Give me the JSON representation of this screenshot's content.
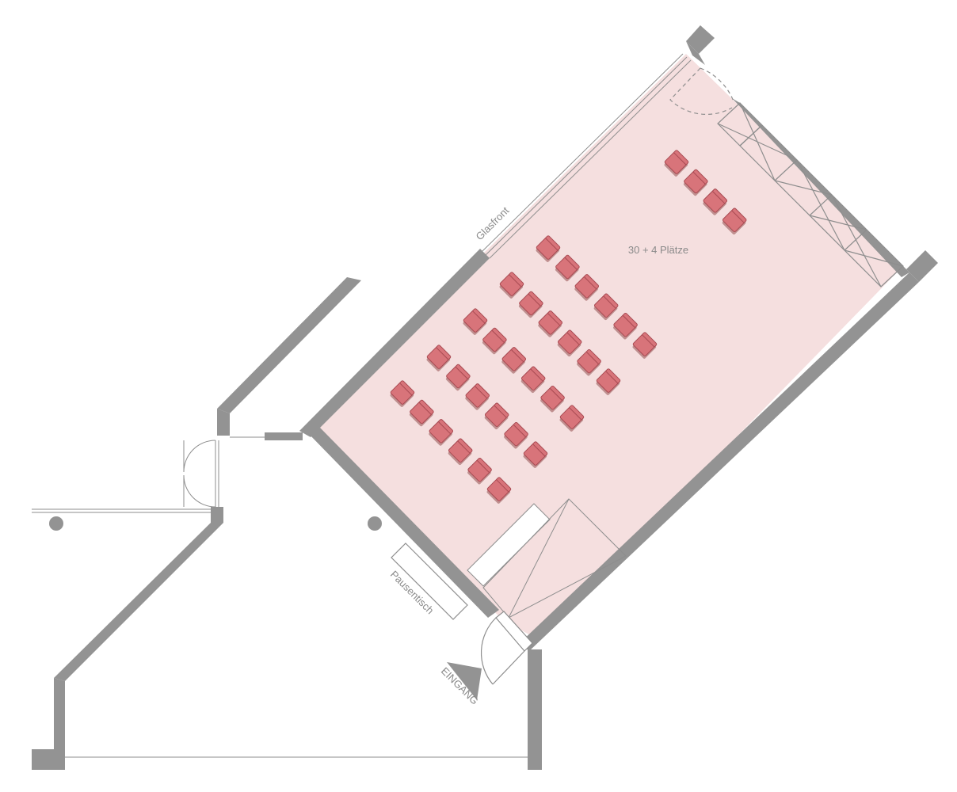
{
  "labels": {
    "capacity": "30 + 4 Plätze",
    "glass_front": "Glasfront",
    "break_table": "Pausentisch",
    "entrance": "EINGANG"
  },
  "colors": {
    "wall": "#939393",
    "room_fill": "#f5dfdf",
    "chair_fill": "#d8747a",
    "chair_stroke": "#a84a52",
    "chair_shadow": "#c09090",
    "line": "#8e8e8e",
    "text": "#8a8a8a"
  },
  "seating": {
    "rows": [
      6,
      6,
      6,
      6,
      6,
      4
    ],
    "total_seats": 34
  }
}
